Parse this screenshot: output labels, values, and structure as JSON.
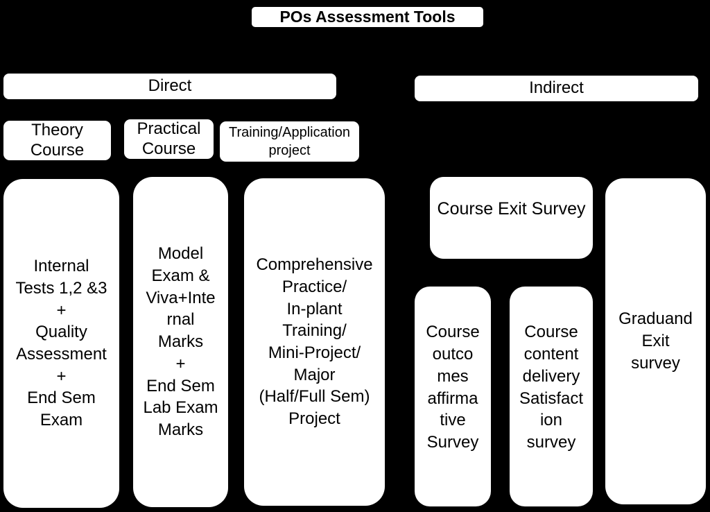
{
  "diagram": {
    "title": "POs Assessment Tools",
    "colors": {
      "background": "#000000",
      "box_fill": "#ffffff",
      "text": "#000000"
    },
    "branches": {
      "direct": {
        "label": "Direct",
        "sub_headers": [
          {
            "label": "Theory\nCourse"
          },
          {
            "label": "Practical\nCourse"
          },
          {
            "label": "Training/Application\nproject"
          }
        ],
        "items": [
          {
            "label": "Internal\nTests 1,2 &3\n+\nQuality\nAssessment\n+\nEnd Sem\nExam"
          },
          {
            "label": "Model\nExam &\nViva+Inte\nrnal\nMarks\n+\nEnd Sem\nLab Exam\nMarks"
          },
          {
            "label": "Comprehensive\nPractice/\nIn-plant\nTraining/\nMini-Project/\nMajor\n(Half/Full Sem)\nProject"
          }
        ]
      },
      "indirect": {
        "label": "Indirect",
        "items": [
          {
            "label": "Course Exit Survey"
          },
          {
            "label": "Course\noutco\nmes\naffirma\ntive\nSurvey"
          },
          {
            "label": "Course\ncontent\ndelivery\nSatisfact\nion\nsurvey"
          },
          {
            "label": "Graduand\nExit\nsurvey"
          }
        ]
      }
    }
  }
}
